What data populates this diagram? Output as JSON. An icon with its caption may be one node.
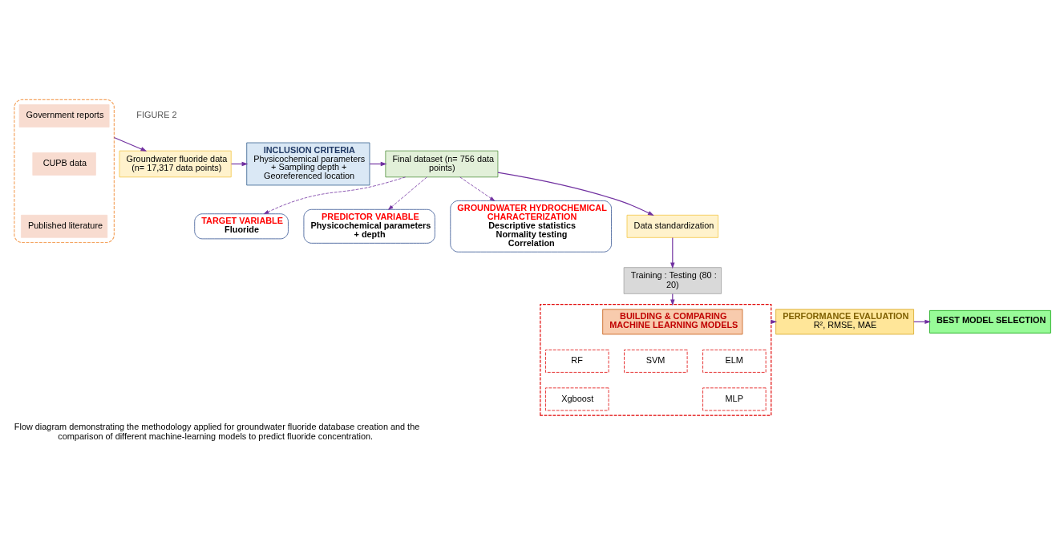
{
  "diagram": {
    "caption": "Flow diagram demonstrating the methodology applied for groundwater fluoride database creation and the comparison of different machine-learning models to predict fluoride concentration.",
    "nodes": [
      {
        "text": [],
        "shape": "box"
      },
      {
        "text": [
          "Government reports"
        ],
        "in": 0
      },
      {
        "text": [
          "CUPB data"
        ],
        "in": 0
      },
      {
        "text": [
          "Published literature"
        ],
        "in": 0
      },
      {
        "text": [
          "Groundwater fluoride data (n= 17,317 data points)"
        ]
      },
      {
        "text": [
          "INCLUSION CRITERIA",
          "Physicochemical parameters + Sampling depth + Georeferenced location"
        ]
      },
      {
        "text": [
          "Final dataset (n= 756 data points)"
        ]
      },
      {
        "text": [
          "TARGET VARIABLE",
          "Fluoride"
        ]
      },
      {
        "text": [
          "PREDICTOR VARIABLE",
          "Physicochemical parameters + depth"
        ]
      },
      {
        "text": [
          "GROUNDWATER HYDROCHEMICAL CHARACTERIZATION",
          "Descriptive statistics Normality testing Correlation"
        ]
      },
      {
        "text": [
          "Data standardization"
        ]
      },
      {
        "text": [
          "Training : Testing (80 : 20)"
        ]
      },
      {
        "text": [],
        "shape": "box"
      },
      {
        "text": [
          "BUILDING & COMPARING MACHINE LEARNING MODELS"
        ],
        "in": 12
      },
      {
        "text": [
          "RF"
        ],
        "in": 12
      },
      {
        "text": [
          "SVM"
        ],
        "in": 12
      },
      {
        "text": [
          "ELM"
        ],
        "in": 12
      },
      {
        "text": [
          "Xgboost"
        ],
        "in": 12
      },
      {
        "text": [
          "MLP"
        ],
        "in": 12
      },
      {
        "text": [
          "PERFORMANCE EVALUATION",
          "R², RMSE, MAE"
        ]
      },
      {
        "text": [
          "BEST MODEL SELECTION"
        ]
      }
    ],
    "edges": [
      {
        "from": 0,
        "to": 4,
        "arrow": "to"
      },
      {
        "from": 4,
        "to": 5,
        "arrow": "to"
      },
      {
        "from": 5,
        "to": 6,
        "arrow": "to"
      },
      {
        "from": 6,
        "to": 7,
        "arrow": "to",
        "style": "dashed"
      },
      {
        "from": 6,
        "to": 8,
        "arrow": "to",
        "style": "dashed"
      },
      {
        "from": 6,
        "to": 9,
        "arrow": "to",
        "style": "dashed"
      },
      {
        "from": 6,
        "to": 10,
        "arrow": "to"
      },
      {
        "from": 10,
        "to": 11,
        "arrow": "to"
      },
      {
        "from": 11,
        "to": 12,
        "arrow": "to"
      },
      {
        "from": 12,
        "to": 19,
        "arrow": "to"
      },
      {
        "from": 19,
        "to": 20,
        "arrow": "to"
      }
    ],
    "labels": [
      "FIGURE 2"
    ]
  }
}
